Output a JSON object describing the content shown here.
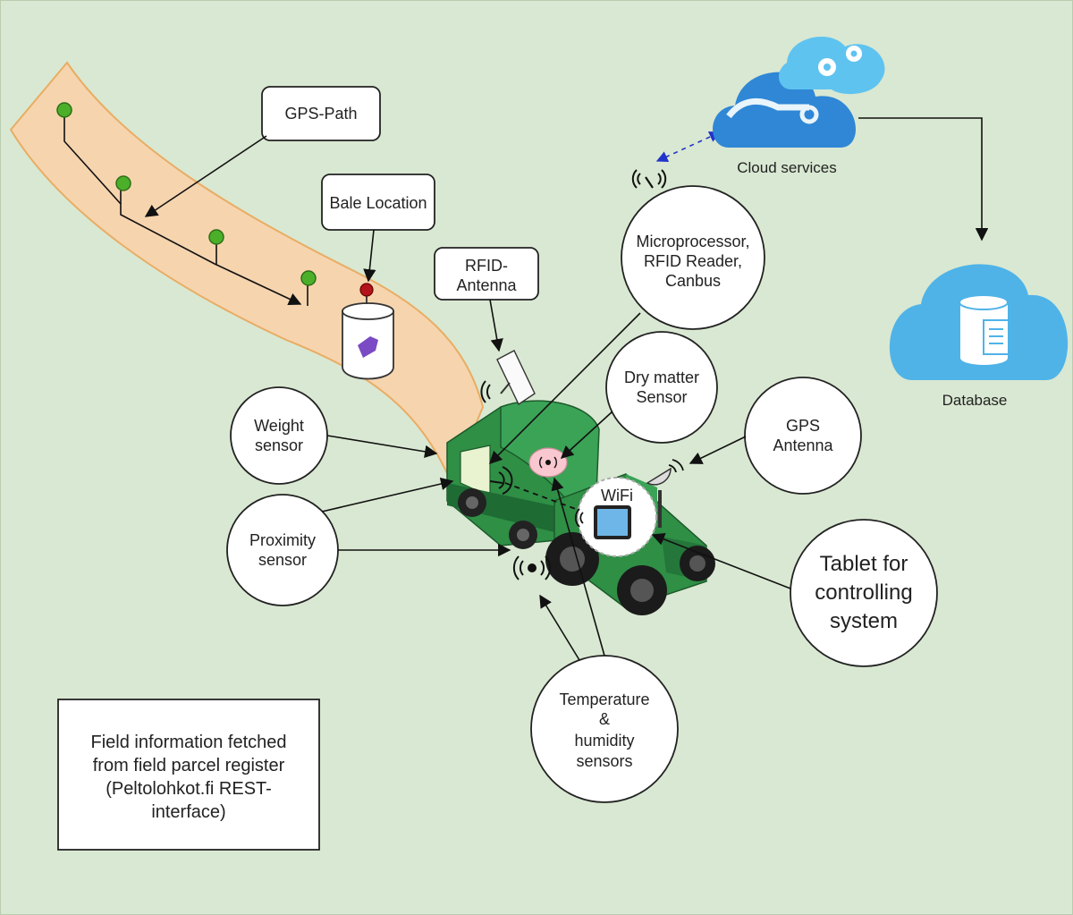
{
  "labels": {
    "gps_path": "GPS-Path",
    "bale_location": "Bale Location",
    "rfid_antenna": [
      "RFID-",
      "Antenna"
    ],
    "microprocessor": [
      "Microprocessor,",
      "RFID Reader,",
      "Canbus"
    ],
    "cloud_services": "Cloud services",
    "database": "Database",
    "dry_matter": [
      "Dry matter",
      "Sensor"
    ],
    "gps_antenna": [
      "GPS",
      "Antenna"
    ],
    "weight_sensor": [
      "Weight",
      "sensor"
    ],
    "proximity_sensor": [
      "Proximity",
      "sensor"
    ],
    "wifi": "WiFi",
    "tablet": [
      "Tablet for",
      "controlling",
      "system"
    ],
    "temperature": [
      "Temperature",
      "&",
      "humidity",
      "sensors"
    ],
    "field_info": [
      "Field information fetched",
      "from field parcel register",
      "(Peltolohkot.fi REST-",
      "interface)"
    ]
  },
  "colors": {
    "background": "#d9e8d2",
    "path_fill": "#f6d4ae",
    "path_stroke": "#e8ad64",
    "cloud_dark": "#2f87d6",
    "cloud_light": "#5fc3f0",
    "tractor_green": "#2f8f45",
    "pin_green": "#4caf2a",
    "pin_red": "#b3141b"
  }
}
